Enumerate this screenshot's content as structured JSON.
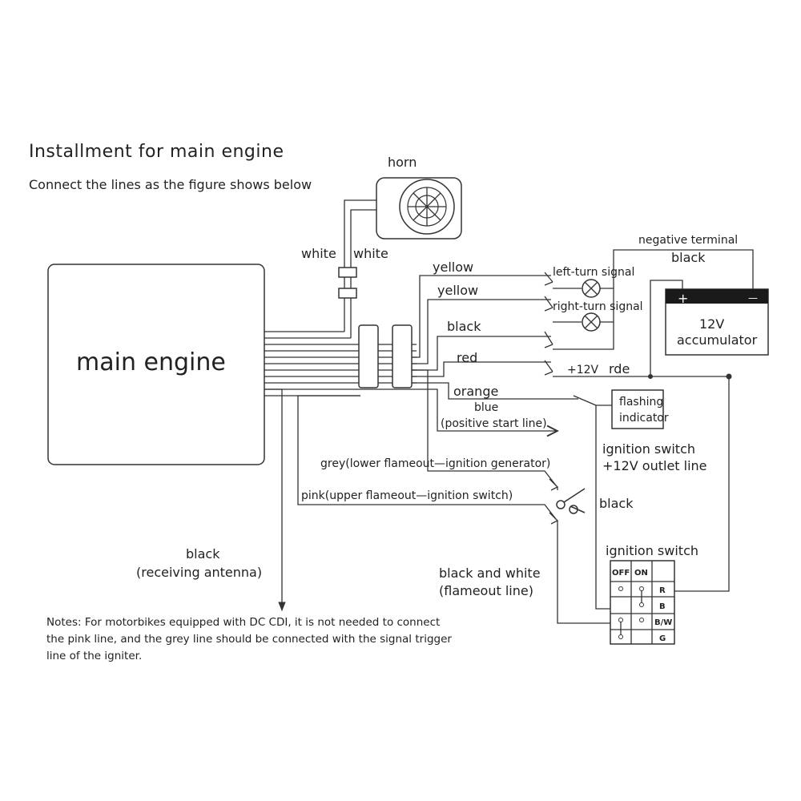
{
  "title": "Installment  for main engine",
  "subtitle": "Connect the lines as the figure shows below",
  "main_engine": "main engine",
  "horn": "horn",
  "wires": {
    "white_left": "white",
    "white_right": "white",
    "yellow_1": "yellow",
    "yellow_2": "yellow",
    "black": "black",
    "red": "red",
    "plus12v": "+12V",
    "rde": "rde",
    "orange": "orange",
    "blue": "blue",
    "positive_start": "(positive start line)",
    "grey": "grey(lower flameout—ignition generator)",
    "pink": "pink(upper flameout—ignition switch)"
  },
  "left_turn_signal": "left-turn signal",
  "right_turn_signal": "right-turn signal",
  "negative_terminal": "negative terminal",
  "negative_black": "black",
  "battery": {
    "plus": "+",
    "minus": "—",
    "line1": "12V",
    "line2": "accumulator"
  },
  "flashing_indicator": {
    "line1": "flashing",
    "line2": "indicator"
  },
  "ignition_outlet": {
    "line1": "ignition switch",
    "line2": "+12V outlet line"
  },
  "black_after_cutter": "black",
  "antenna": {
    "line1": "black",
    "line2": "(receiving antenna)"
  },
  "flameout": {
    "line1": "black and white",
    "line2": "(flameout line)"
  },
  "ignition_switch": {
    "label": "ignition switch",
    "off": "OFF",
    "on": "ON",
    "rows": [
      "R",
      "B",
      "B/W",
      "G"
    ]
  },
  "notes": [
    "Notes: For motorbikes equipped with DC CDI, it is not needed to connect",
    "the pink line, and the grey line should be connected with the signal trigger",
    " line of the igniter."
  ]
}
